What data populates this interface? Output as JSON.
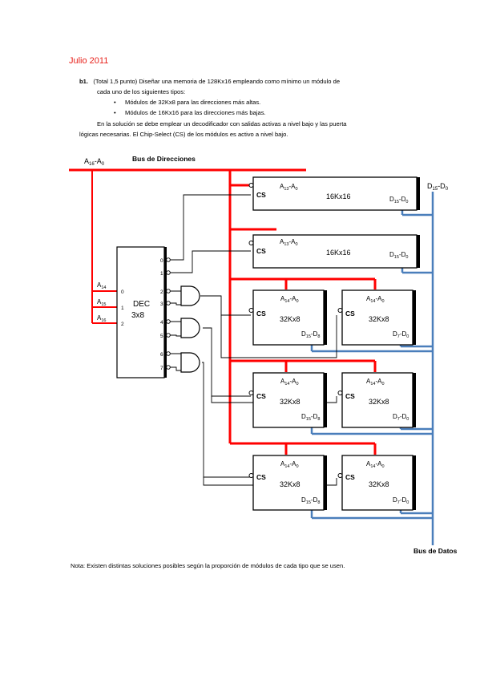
{
  "header": {
    "date": "Julio 2011"
  },
  "problem": {
    "number": "b1.",
    "line1": "(Total 1,5 punto) Diseñar una memoria de 128Kx16 empleando como mínimo un módulo de",
    "line2": "cada uno de los siguientes tipos:",
    "bullets": [
      "Módulos de 32Kx8 para las direcciones más altas.",
      "Módulos de 16Kx16 para las direcciones más bajas."
    ],
    "line3": "En la solución se debe emplear un decodificador con salidas activas a nivel bajo y las puerta",
    "line4": "lógicas necesarias. El Chip-Select (CS) de los módulos es activo a nivel bajo."
  },
  "diagram": {
    "address_bus": {
      "name": "A",
      "sub_hi": "16",
      "sep": "-A",
      "sub_lo": "0",
      "label": "Bus de Direcciones"
    },
    "data_bus": {
      "name": "D",
      "sub_hi": "15",
      "sep": "-D",
      "sub_lo": "0",
      "label": "Bus de Datos"
    },
    "decoder": {
      "title": "DEC",
      "size": "3x8",
      "inputs": [
        {
          "name": "A",
          "sub": "14",
          "index": "0"
        },
        {
          "name": "A",
          "sub": "15",
          "index": "1"
        },
        {
          "name": "A",
          "sub": "16",
          "index": "2"
        }
      ],
      "outputs": [
        "0",
        "1",
        "2",
        "3",
        "4",
        "5",
        "6",
        "7"
      ]
    },
    "module_16k": {
      "cs": "CS",
      "type": "16Kx16",
      "addr": {
        "name": "A",
        "sub_hi": "13",
        "sep": "-A",
        "sub_lo": "0"
      },
      "data": {
        "name": "D",
        "sub_hi": "15",
        "sep": "-D",
        "sub_lo": "0"
      }
    },
    "module_32k_high": {
      "cs": "CS",
      "type": "32Kx8",
      "addr": {
        "name": "A",
        "sub_hi": "14",
        "sep": "-A",
        "sub_lo": "0"
      },
      "data": {
        "name": "D",
        "sub_hi": "15",
        "sep": "-D",
        "sub_lo": "8"
      }
    },
    "module_32k_low": {
      "cs": "CS",
      "type": "32Kx8",
      "addr": {
        "name": "A",
        "sub_hi": "14",
        "sep": "-A",
        "sub_lo": "0"
      },
      "data": {
        "name": "D",
        "sub_hi": "7",
        "sep": "-D",
        "sub_lo": "0"
      }
    },
    "colors": {
      "address_bus": "#ff0000",
      "data_bus": "#4a7ebb",
      "wire": "#000000"
    }
  },
  "note": "Nota: Existen distintas soluciones posibles según la proporción de módulos de cada tipo que se usen."
}
